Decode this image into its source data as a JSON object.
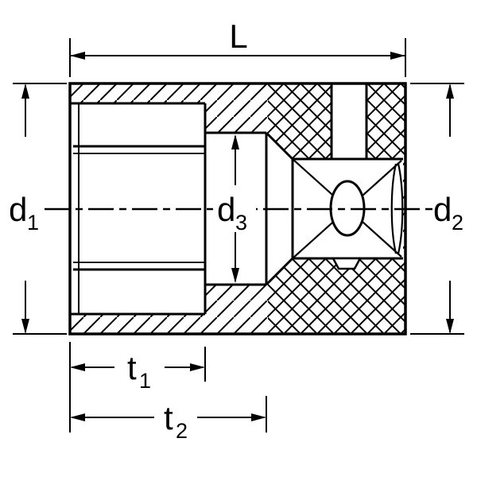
{
  "diagram": {
    "type": "technical-cross-section",
    "subject": "socket-wrench-dimension-drawing"
  },
  "labels": {
    "L": {
      "main": "L",
      "sub": ""
    },
    "d1": {
      "main": "d",
      "sub": "1"
    },
    "d2": {
      "main": "d",
      "sub": "2"
    },
    "d3": {
      "main": "d",
      "sub": "3"
    },
    "t1": {
      "main": "t",
      "sub": "1"
    },
    "t2": {
      "main": "t",
      "sub": "2"
    }
  },
  "colors": {
    "line": "#000000",
    "background": "#ffffff"
  }
}
